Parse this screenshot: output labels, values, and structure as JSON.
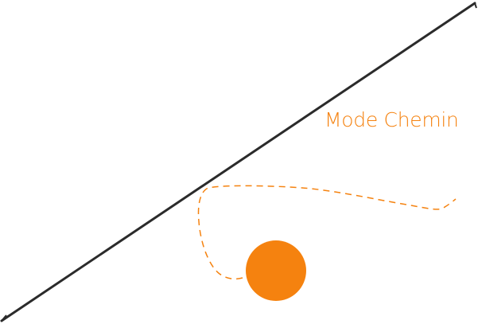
{
  "diagram": {
    "mode_label": "Mode Chemin",
    "colors": {
      "accent": "#F5820F",
      "line": "#2B2B2B",
      "background": "#FFFFFF"
    },
    "elements": {
      "diagonal_line": "straight-line-stroke",
      "dashed_path": "dashed-trajectory",
      "ball": "filled-circle"
    }
  }
}
